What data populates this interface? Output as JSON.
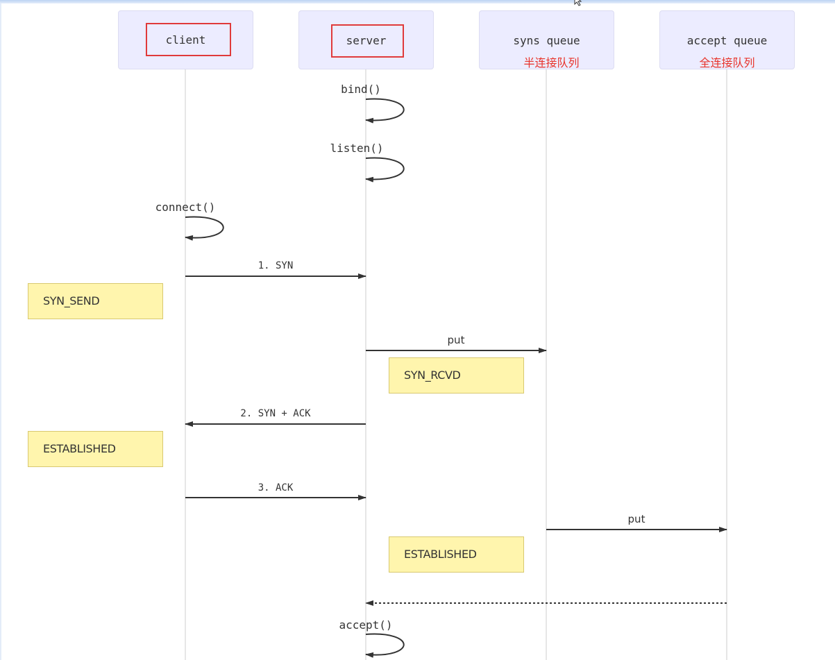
{
  "diagram": {
    "type": "sequence",
    "participants": [
      {
        "id": "client",
        "label": "client",
        "highlighted": true,
        "subtitle": null
      },
      {
        "id": "server",
        "label": "server",
        "highlighted": true,
        "subtitle": null
      },
      {
        "id": "syns",
        "label": "syns queue",
        "highlighted": false,
        "subtitle": "半连接队列"
      },
      {
        "id": "accept",
        "label": "accept queue",
        "highlighted": false,
        "subtitle": "全连接队列"
      }
    ],
    "steps": [
      {
        "kind": "self",
        "on": "server",
        "label": "bind()"
      },
      {
        "kind": "self",
        "on": "server",
        "label": "listen()"
      },
      {
        "kind": "self",
        "on": "client",
        "label": "connect()"
      },
      {
        "kind": "message",
        "from": "client",
        "to": "server",
        "label": "1. SYN",
        "style": "solid"
      },
      {
        "kind": "note",
        "over": "client",
        "text": "SYN_SEND"
      },
      {
        "kind": "message",
        "from": "server",
        "to": "syns",
        "label": "put",
        "style": "solid"
      },
      {
        "kind": "note",
        "over": "server",
        "text": "SYN_RCVD"
      },
      {
        "kind": "message",
        "from": "server",
        "to": "client",
        "label": "2. SYN + ACK",
        "style": "solid"
      },
      {
        "kind": "note",
        "over": "client",
        "text": "ESTABLISHED"
      },
      {
        "kind": "message",
        "from": "client",
        "to": "server",
        "label": "3. ACK",
        "style": "solid"
      },
      {
        "kind": "message",
        "from": "syns",
        "to": "accept",
        "label": "put",
        "style": "solid"
      },
      {
        "kind": "note",
        "over": "server",
        "text": "ESTABLISHED"
      },
      {
        "kind": "message",
        "from": "accept",
        "to": "server",
        "label": "",
        "style": "dotted"
      },
      {
        "kind": "self",
        "on": "server",
        "label": "accept()"
      }
    ]
  },
  "colors": {
    "participant_bg": "#ececff",
    "participant_border": "#dcdcf2",
    "highlight_border": "#e03a3a",
    "subtitle_text": "#e8332a",
    "note_bg": "#fff5ad",
    "note_border": "#d8c870",
    "line": "#333333",
    "lifeline": "#dddddd"
  }
}
